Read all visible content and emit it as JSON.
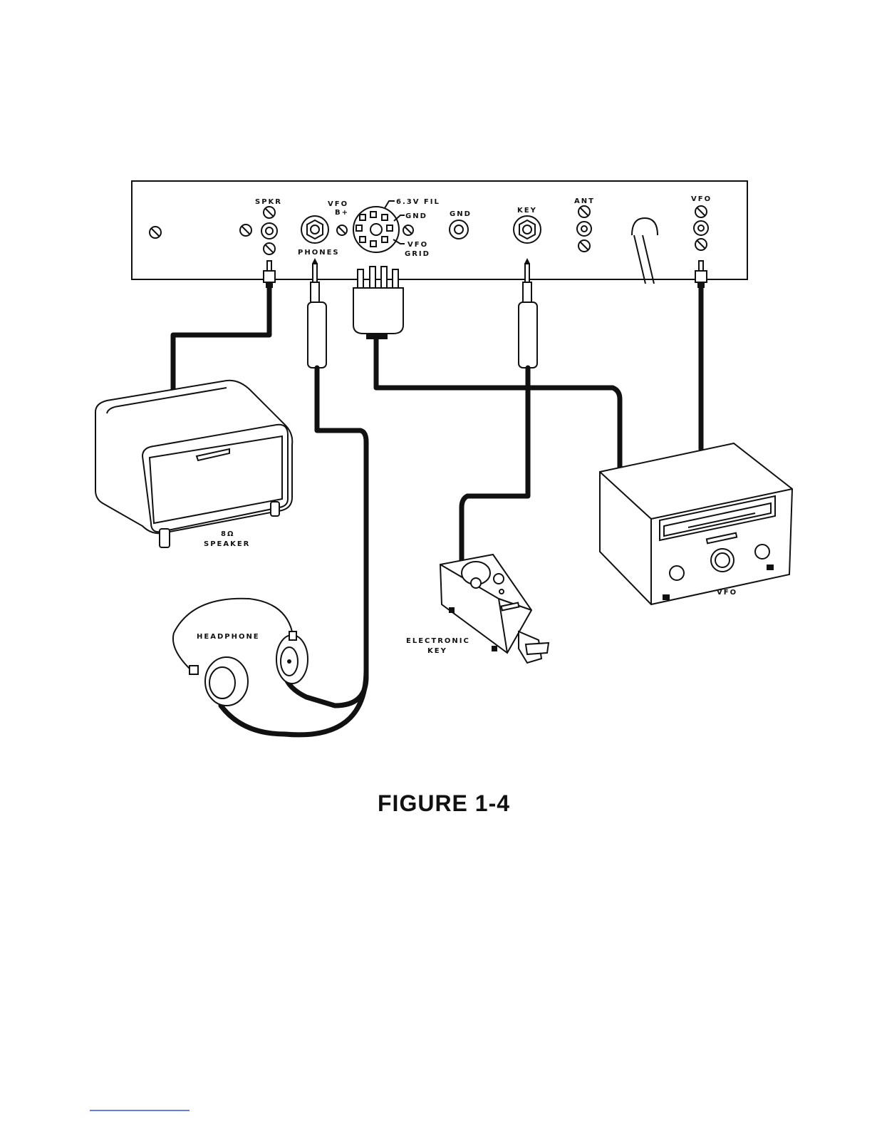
{
  "panel": {
    "labels": {
      "spkr": "SPKR",
      "vfo_b_plus_line1": "VFO",
      "vfo_b_plus_line2": "B+",
      "phones": "PHONES",
      "fil": "6.3V FIL",
      "gnd_pin": "GND",
      "vfo_grid_line1": "VFO",
      "vfo_grid_line2": "GRID",
      "gnd": "GND",
      "key": "KEY",
      "ant": "ANT",
      "vfo": "VFO"
    }
  },
  "devices": {
    "speaker_line1": "8Ω",
    "speaker_line2": "SPEAKER",
    "headphone": "HEADPHONE",
    "electronic_key_line1": "ELECTRONIC",
    "electronic_key_line2": "KEY",
    "vfo": "VFO"
  },
  "caption": "FIGURE 1-4"
}
